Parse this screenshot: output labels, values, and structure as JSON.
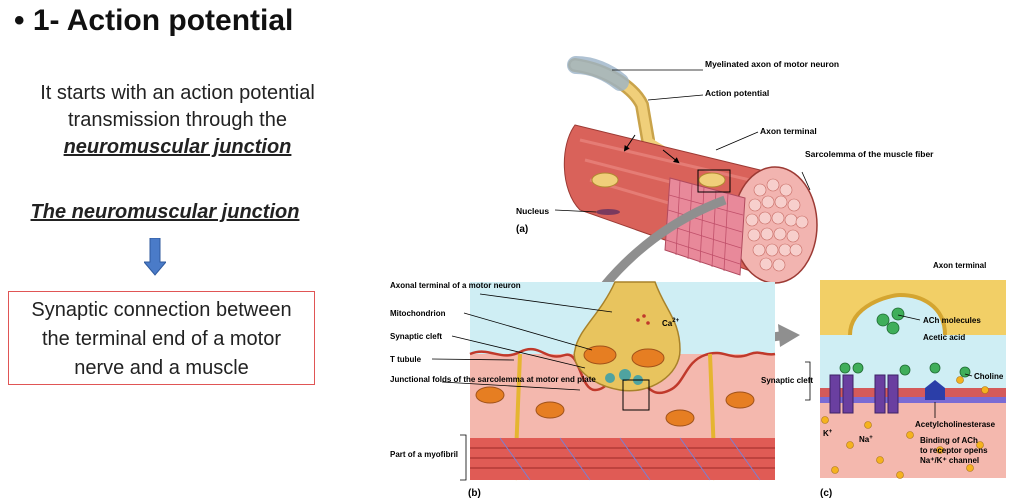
{
  "slide": {
    "title": "• 1- Action potential",
    "intro_line1": "It starts with an action potential",
    "intro_line2": "transmission through the",
    "intro_emph": "neuromuscular junction",
    "subheading": "The neuromuscular junction",
    "definition_line1": "Synaptic connection between",
    "definition_line2": "the terminal end of a motor",
    "definition_line3": "nerve and a muscle"
  },
  "figure": {
    "a_labels": {
      "axon": "Myelinated axon of motor neuron",
      "ap": "Action potential",
      "terminal": "Axon terminal",
      "sarcolemma": "Sarcolemma of the muscle fiber",
      "nucleus": "Nucleus",
      "panel": "(a)"
    },
    "b_labels": {
      "axonal_terminal": "Axonal terminal of a motor neuron",
      "mito": "Mitochondrion",
      "cleft": "Synaptic cleft",
      "ttubule": "T tubule",
      "folds": "Junctional folds of the sarcolemma at motor end plate",
      "myofibril": "Part of a myofibril",
      "ca": "Ca",
      "ca_sup": "2+",
      "panel": "(b)"
    },
    "c_labels": {
      "axon_terminal": "Axon terminal",
      "ach": "ACh molecules",
      "acetic": "Acetic acid",
      "choline": "Choline",
      "cleft": "Synaptic cleft",
      "ache": "Acetylcholinesterase",
      "k": "K",
      "na": "Na",
      "binding": "Binding of ACh to receptor opens Na /K  channel",
      "panel": "(c)"
    }
  }
}
